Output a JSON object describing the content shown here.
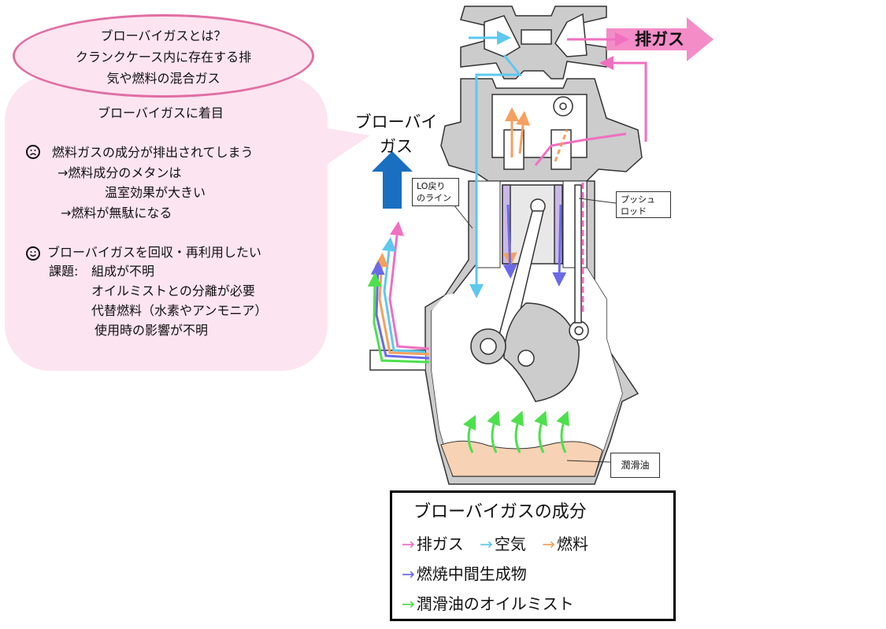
{
  "top_bubble": {
    "lines": [
      "ブローバイガスとは？",
      "クランクケース内に存在する排",
      "気や燃料の混合ガス"
    ]
  },
  "main_bubble": {
    "heading": "ブローバイガスに着目",
    "concern": {
      "face": "sad-face-icon",
      "line1": "燃料ガスの成分が排出されてしまう",
      "line2": "→燃料成分のメタンは",
      "line3": "温室効果が大きい",
      "line4": "→燃料が無駄になる"
    },
    "goal": {
      "face": "smile-face-icon",
      "line1": "ブローバイガスを回収・再利用したい",
      "issue_label": "課題:",
      "issues": [
        "組成が不明",
        "オイルミストとの分離が必要",
        "代替燃料（水素やアンモニア）",
        "使用時の影響が不明"
      ]
    }
  },
  "diagram": {
    "blowby_label_line1": "ブローバイ",
    "blowby_label_line2": "ガス",
    "exhaust_label": "排ガス",
    "lo_return_line1": "LO戻り",
    "lo_return_line2": "のライン",
    "pushrod_line1": "プッシュ",
    "pushrod_line2": "ロッド",
    "lube_oil_label": "潤滑油"
  },
  "legend": {
    "title": "ブローバイガスの成分",
    "items": [
      {
        "label": "排ガス",
        "color": "#f06fc0"
      },
      {
        "label": "空気",
        "color": "#5ec8f0"
      },
      {
        "label": "燃料",
        "color": "#f4a060"
      },
      {
        "label": "燃焼中間生成物",
        "color": "#6a6ae8"
      },
      {
        "label": "潤滑油のオイルミスト",
        "color": "#4de04d"
      }
    ]
  },
  "colors": {
    "exhaust": "#f06fc0",
    "air": "#5ec8f0",
    "fuel": "#f4a060",
    "intermediate": "#6a6ae8",
    "oil_mist": "#4de04d",
    "bubble_fill": "#fde4f1",
    "bubble_border": "#e06fa4",
    "blowby_arrow": "#1a6fc0",
    "oil_fill": "#f8d2b4"
  }
}
